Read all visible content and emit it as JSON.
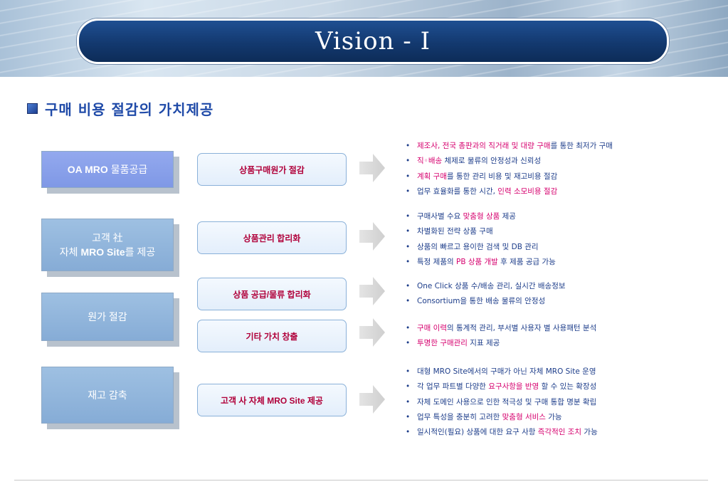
{
  "title": "Vision - I",
  "heading": "구매 비용 절감의 가치제공",
  "left_boxes": [
    {
      "lines": [
        [
          {
            "text": "OA MRO",
            "bold": true
          },
          {
            "text": " 물품공급",
            "bold": false
          }
        ]
      ]
    },
    {
      "lines": [
        [
          {
            "text": "고객 社",
            "bold": false
          }
        ],
        [
          {
            "text": "자체 ",
            "bold": false
          },
          {
            "text": "MRO Site",
            "bold": true
          },
          {
            "text": "를 제공",
            "bold": false
          }
        ]
      ]
    },
    {
      "lines": [
        [
          {
            "text": "원가 절감",
            "bold": false
          }
        ]
      ]
    },
    {
      "lines": [
        [
          {
            "text": "재고 감축",
            "bold": false
          }
        ]
      ]
    }
  ],
  "middle_boxes": [
    "상품구매원가 절감",
    "상품관리 합리화",
    "상품 공급/물류 합리화",
    "기타 가치 창출",
    "고객 사 자체 MRO Site 제공"
  ],
  "bullet_groups": [
    [
      [
        {
          "t": "제조사, 전국 총판과의 직거래 및 대량 구매",
          "h": true
        },
        {
          "t": "를 통한 최저가 구매",
          "h": false
        }
      ],
      [
        {
          "t": "직◦배송",
          "h": true
        },
        {
          "t": " 체제로 물류의 안정성과 신뢰성",
          "h": false
        }
      ],
      [
        {
          "t": "계획 구매",
          "h": true
        },
        {
          "t": "를 통한 관리 비용 및 재고비용 절감",
          "h": false
        }
      ],
      [
        {
          "t": "업무 효율화를 통한 시간, ",
          "h": false
        },
        {
          "t": "인력 소모비용 절감",
          "h": true
        }
      ]
    ],
    [
      [
        {
          "t": "구매사별 수요 ",
          "h": false
        },
        {
          "t": "맞춤형 상품",
          "h": true
        },
        {
          "t": " 제공",
          "h": false
        }
      ],
      [
        {
          "t": "차별화된 전략 상품 구매",
          "h": false
        }
      ],
      [
        {
          "t": "상품의 빠르고 용이한 검색 및 DB 관리",
          "h": false
        }
      ],
      [
        {
          "t": "특정 제품의 ",
          "h": false
        },
        {
          "t": "PB 상품 개발",
          "h": true
        },
        {
          "t": " 후 제품 공급 가능",
          "h": false
        }
      ]
    ],
    [
      [
        {
          "t": "One Click 상품 수/배송 관리,   실시간 배송정보",
          "h": false
        }
      ],
      [
        {
          "t": "Consortium을 통한 배송 물류의 안정성",
          "h": false
        }
      ]
    ],
    [
      [
        {
          "t": "구매 이력",
          "h": true
        },
        {
          "t": "의 통계적 관리, 부서별 사용자 별 사용패턴 분석",
          "h": false
        }
      ],
      [
        {
          "t": "투명한 구매관리",
          "h": true
        },
        {
          "t": " 지표 제공",
          "h": false
        }
      ]
    ],
    [
      [
        {
          "t": "대형 MRO Site에서의 구매가 아닌 자체 MRO Site 운영",
          "h": false
        }
      ],
      [
        {
          "t": "각 업무 파트별 다양한 ",
          "h": false
        },
        {
          "t": "요구사항을 반영",
          "h": true
        },
        {
          "t": " 할 수 있는 확장성",
          "h": false
        }
      ],
      [
        {
          "t": "자체 도메인 사용으로 인한 적극성 및 구매 통합 명분 확립",
          "h": false
        }
      ],
      [
        {
          "t": "업무 특성을 충분히 고려한 ",
          "h": false
        },
        {
          "t": "맞춤형 서비스",
          "h": true
        },
        {
          "t": " 가능",
          "h": false
        }
      ],
      [
        {
          "t": "일시적인(필요) 상품에 대한 요구 사항 ",
          "h": false
        },
        {
          "t": "즉각적인 조치",
          "h": true
        },
        {
          "t": " 가능",
          "h": false
        }
      ]
    ]
  ],
  "colors": {
    "title_bar": "#13396f",
    "highlight": "#d6006e",
    "bullet_text": "#1d3d8a",
    "middle_text": "#b0003a"
  }
}
